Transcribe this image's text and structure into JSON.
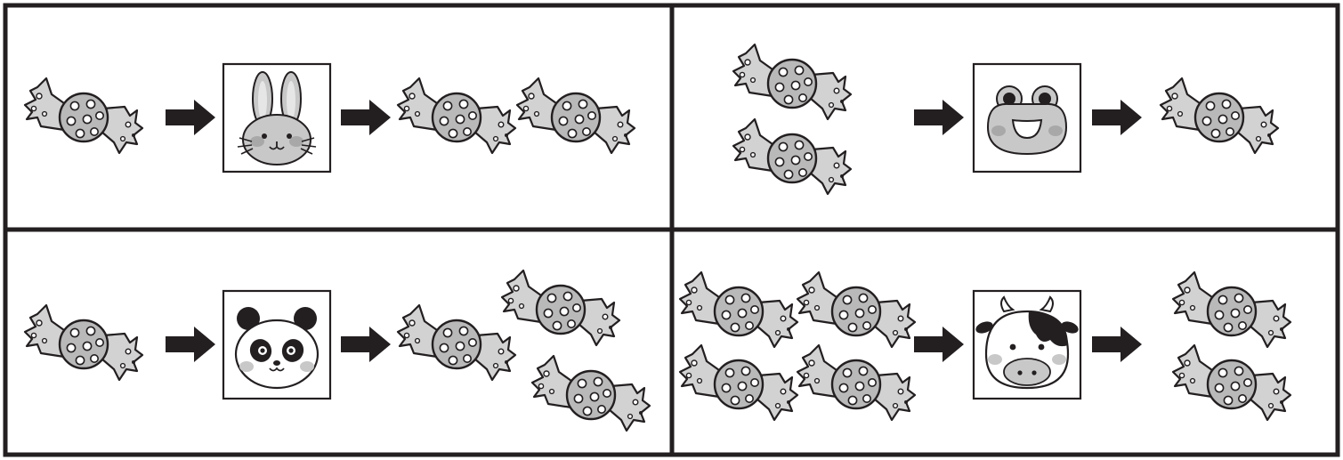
{
  "colors": {
    "ink": "#231f20",
    "candy_fill": "#b9b9b9",
    "candy_wrapper": "#d2d2d2",
    "face_fill": "#c8c8c8",
    "cheek": "#a8a8a8",
    "background": "#ffffff"
  },
  "panels": [
    {
      "id": "rabbit",
      "animal": "rabbit",
      "animal_icon": "rabbit-face-icon",
      "input_candies": 1,
      "output_candies": 2
    },
    {
      "id": "frog",
      "animal": "frog",
      "animal_icon": "frog-face-icon",
      "input_candies": 2,
      "output_candies": 1
    },
    {
      "id": "panda",
      "animal": "panda",
      "animal_icon": "panda-face-icon",
      "input_candies": 1,
      "output_candies": 3
    },
    {
      "id": "cow",
      "animal": "cow",
      "animal_icon": "cow-face-icon",
      "input_candies": 4,
      "output_candies": 2
    }
  ]
}
